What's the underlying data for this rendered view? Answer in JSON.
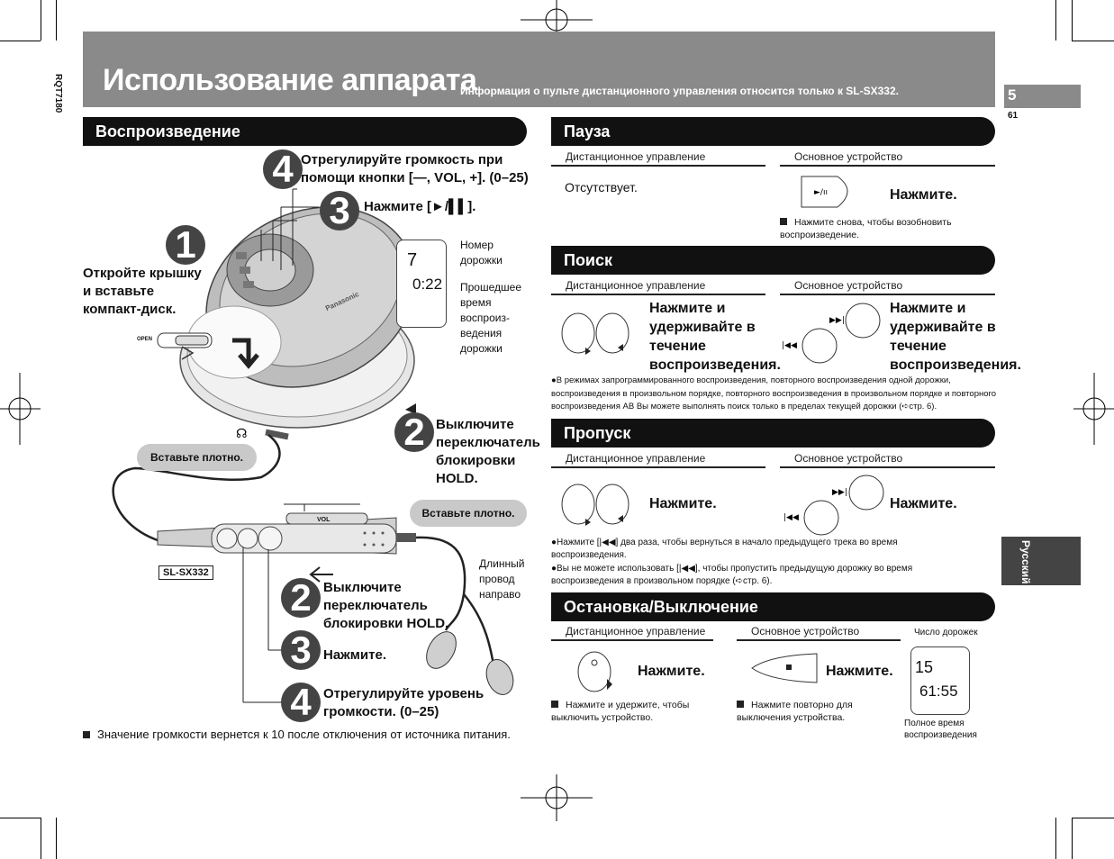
{
  "doc_id": "RQT7180",
  "header": {
    "title": "Использование аппарата",
    "subtitle": "Информация о пульте дистанционного управления относится только к SL-SX332."
  },
  "page": {
    "number": "5",
    "sub": "61"
  },
  "lang_tab": "Русский язык",
  "left": {
    "section": "Воспроизведение",
    "step1_text": "Откройте крышку и вставьте компакт-диск.",
    "step2_text": "Выключите переключатель блокировки HOLD.",
    "step3_text": "Нажмите [►/▌▌].",
    "step4_text": "Отрегулируйте громкость при помощи кнопки [—, VOL, +]. (0–25)",
    "remote_step2_text": "Выключите переключатель блокировки HOLD.",
    "remote_step3_text": "Нажмите.",
    "remote_step4_text": "Отрегулируйте уровень громкости. (0–25)",
    "insert1": "Вставьте плотно.",
    "insert2": "Вставьте плотно.",
    "model": "SL-SX332",
    "open_label": "OPEN",
    "vol_label": "VOL",
    "track_label": "Номер дорожки",
    "elapsed_label": "Прошедшее время воспроиз-ведения дорожки",
    "lcd_track": "7",
    "lcd_time": "0:22",
    "cord_label": "Длинный провод направо",
    "brand": "Panasonic",
    "note": "Значение громкости вернется к 10 после отключения от источника питания.",
    "num1": "1",
    "num2": "2",
    "num3": "3",
    "num4": "4"
  },
  "right": {
    "remote_hdr": "Дистанционное управление",
    "unit_hdr": "Основное устройство",
    "pause": {
      "title": "Пауза",
      "remote_text": "Отсутствует.",
      "unit_text": "Нажмите.",
      "note": "Нажмите снова, чтобы возобновить воспроизведение."
    },
    "search": {
      "title": "Поиск",
      "remote_text": "Нажмите и удерживайте в течение воспроизведения.",
      "unit_text": "Нажмите и удерживайте в течение воспроизведения.",
      "note": "●В режимах запрограммированного воспроизведения, повторного воспроизведения одной дорожки, воспроизведения в произвольном порядке, повторного воспроизведения в произвольном порядке и повторного воспроизведения AB Вы можете выполнять поиск только в пределах текущей дорожки (➪стр. 6)."
    },
    "skip": {
      "title": "Пропуск",
      "remote_text": "Нажмите.",
      "unit_text": "Нажмите.",
      "note1": "●Нажмите [|◀◀] два раза, чтобы вернуться в начало предыдущего трека во время воспроизведения.",
      "note2": "●Вы не можете использовать [|◀◀], чтобы пропустить предыдущую дорожку во время воспроизведения в произвольном порядке (➪стр. 6)."
    },
    "stop": {
      "title": "Остановка/Выключение",
      "remote_text": "Нажмите.",
      "unit_text": "Нажмите.",
      "remote_note": "Нажмите и удержите, чтобы выключить устройство.",
      "unit_note": "Нажмите повторно для выключения устройства.",
      "tracks_label": "Число дорожек",
      "total_label": "Полное время воспроизведения",
      "lcd_tracks": "15",
      "lcd_total": "61:55"
    }
  }
}
